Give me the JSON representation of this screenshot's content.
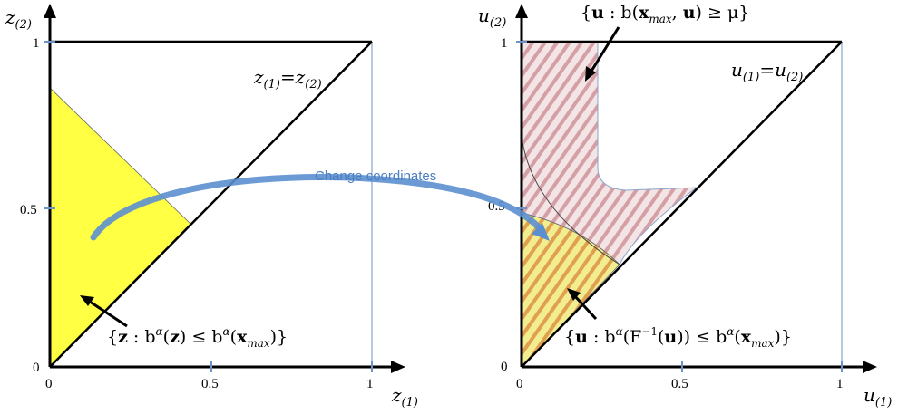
{
  "left_panel": {
    "y_axis_label": "z",
    "y_axis_sub": "(2)",
    "x_axis_label": "z",
    "x_axis_sub": "(1)",
    "ticks": {
      "y_top": "1",
      "y_mid": "0.5",
      "origin_y": "0",
      "origin_x": "0",
      "x_mid": "0.5",
      "x_right": "1"
    },
    "diagonal_label": {
      "a": "z",
      "a_sub": "(1)",
      "eq": "=",
      "b": "z",
      "b_sub": "(2)"
    },
    "region_label": {
      "open": "{",
      "bold": "z",
      "mid1": " : b",
      "sup1": "α",
      "mid2": "(",
      "bold2": "z",
      "mid3": ") ≤ b",
      "sup2": "α",
      "mid4": "(",
      "bold3": "x",
      "sub3": "max",
      "close": ")}"
    },
    "region_color": "#ffff44"
  },
  "right_panel": {
    "y_axis_label": "u",
    "y_axis_sub": "(2)",
    "x_axis_label": "u",
    "x_axis_sub": "(1)",
    "ticks": {
      "y_top": "1",
      "y_mid": "0.5",
      "origin_y": "0",
      "origin_x": "0",
      "x_mid": "0.5",
      "x_right": "1"
    },
    "diagonal_label": {
      "a": "u",
      "a_sub": "(1)",
      "eq": "=",
      "b": "u",
      "b_sub": "(2)"
    },
    "top_region_label": {
      "open": "{",
      "bold": "u",
      "mid1": " : b(",
      "bold2": "x",
      "sub2": "max",
      "mid2": ", ",
      "bold3": "u",
      "close": ") ≥ μ}"
    },
    "bottom_region_label": {
      "open": "{",
      "bold": "u",
      "mid1": " : b",
      "sup1": "α",
      "mid2": "(F",
      "sup2": "−1",
      "mid3": "(",
      "bold2": "u",
      "mid4": ")) ≤ b",
      "sup3": "α",
      "mid5": "(",
      "bold3": "x",
      "sub3": "max",
      "close": ")}"
    },
    "hatch_top_color": "#d4a0a6",
    "hatch_bottom_color": "#e0a050",
    "fill_bottom_color": "#f2ee90"
  },
  "transform_arrow": {
    "label": "Change coordinates",
    "color": "#5b8fd0"
  }
}
